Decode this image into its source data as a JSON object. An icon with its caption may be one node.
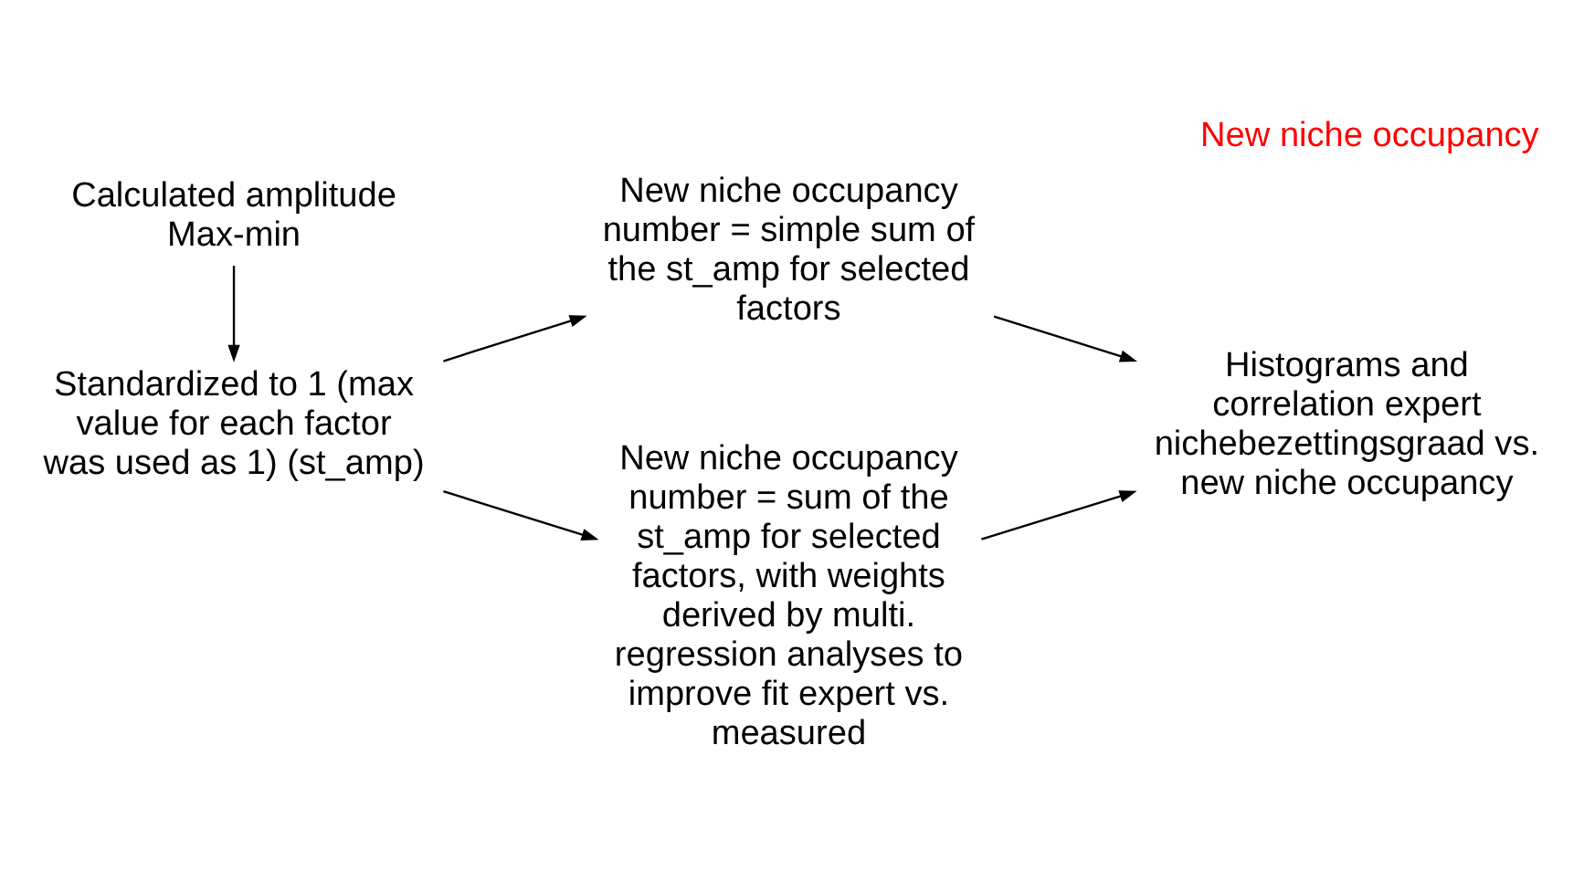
{
  "diagram": {
    "title": "New niche occupancy",
    "nodes": [
      {
        "text": [
          "Calculated amplitude Max-min"
        ]
      },
      {
        "text": [
          "Standardized to 1 (max value for each factor was used as 1) (st_amp)"
        ]
      },
      {
        "text": [
          "New niche occupancy number = simple sum of the st_amp for selected factors"
        ]
      },
      {
        "text": [
          "New niche occupancy number = sum of the st_amp for selected factors, with weights derived by multi. regression analyses to improve fit expert vs. measured"
        ]
      },
      {
        "text": [
          "Histograms and correlation expert nichebezettingsgraad vs. new niche occupancy"
        ]
      }
    ],
    "edges": [
      {
        "from": 0,
        "to": 1,
        "arrow": "to"
      },
      {
        "from": 1,
        "to": 2,
        "arrow": "to"
      },
      {
        "from": 1,
        "to": 3,
        "arrow": "to"
      },
      {
        "from": 2,
        "to": 4,
        "arrow": "to"
      },
      {
        "from": 3,
        "to": 4,
        "arrow": "to"
      }
    ]
  }
}
